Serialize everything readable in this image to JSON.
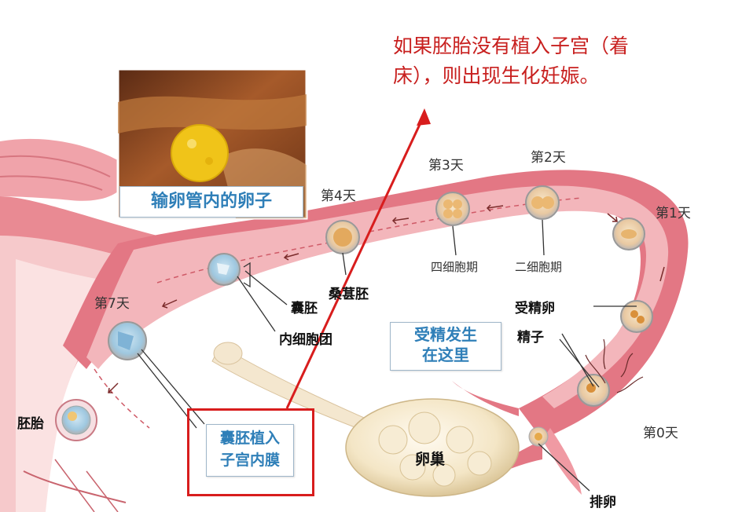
{
  "caption": {
    "line1": "如果胚胎没有植入子宫（着",
    "line2": "床），则出现生化妊娠。"
  },
  "inset": {
    "label": "输卵管内的卵子"
  },
  "days": {
    "day0": "第0天",
    "day1": "第1天",
    "day2": "第2天",
    "day3": "第3天",
    "day4": "第4天",
    "day7": "第7天"
  },
  "parts": {
    "ovulation": "排卵",
    "ovary": "卵巢",
    "sperm": "精子",
    "zygote": "受精卵",
    "two_cell": "二细胞期",
    "four_cell": "四细胞期",
    "morula": "桑葚胚",
    "blastocyst": "囊胚",
    "inner_cell_mass": "内细胞团",
    "embryo": "胚胎"
  },
  "fertilization_box": {
    "line1": "受精发生",
    "line2": "在这里"
  },
  "implantation_box": {
    "line1": "囊胚植入",
    "line2": "子宫内膜"
  },
  "colors": {
    "tube": "#e07b86",
    "tube_inner": "#f4c4c6",
    "caption": "#c8201f",
    "highlight_box": "#d81d1d",
    "label_blue": "#2f7fb8"
  }
}
